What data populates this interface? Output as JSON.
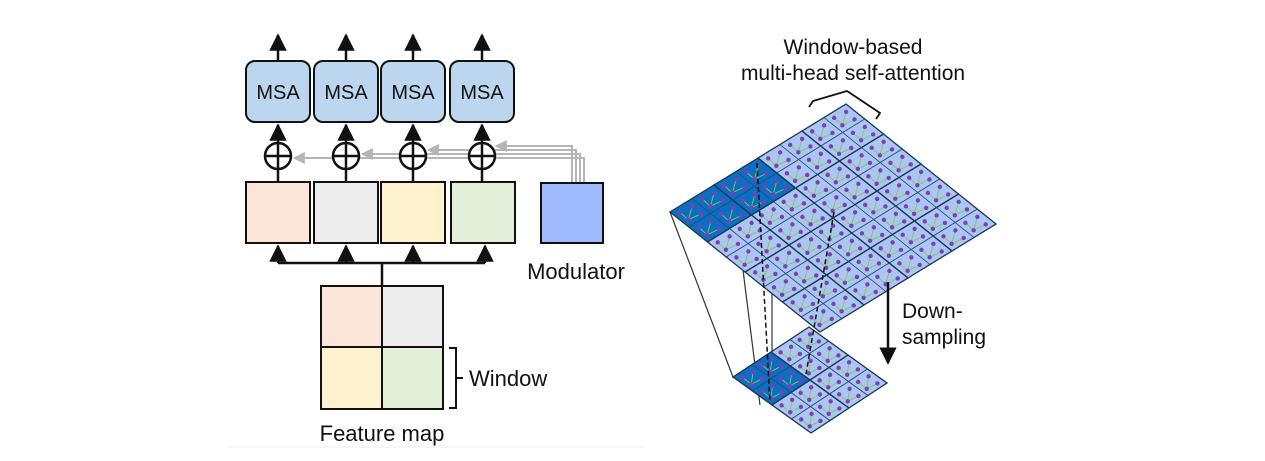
{
  "left_panel": {
    "msa_labels": [
      "MSA",
      "MSA",
      "MSA",
      "MSA"
    ],
    "modulator_label": "Modulator",
    "window_label": "Window",
    "feature_map_label": "Feature map",
    "branch_colors": [
      "#fbe5d9",
      "#ececec",
      "#fff3cf",
      "#e3efd9"
    ],
    "msa_color": "#bcd6ef",
    "modulator_color": "#9fbafe"
  },
  "right_panel": {
    "title_line1": "Window-based",
    "title_line2": "multi-head self-attention",
    "downsampling_line1": "Down-",
    "downsampling_line2": "sampling",
    "tile_color": "#a9c7f2",
    "highlight_color": "#0a6fc2",
    "token_color": "#7e3fb6",
    "link_color": "#8dc44f"
  }
}
